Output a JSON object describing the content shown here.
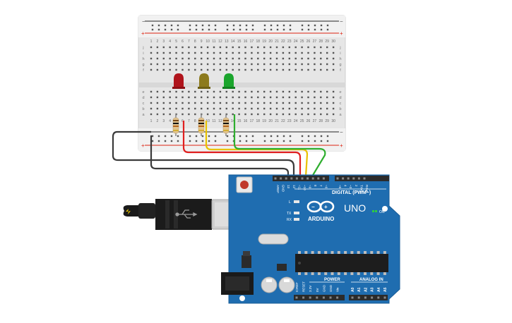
{
  "breadboard": {
    "rail_plus": "+",
    "rail_minus": "−",
    "column_numbers": [
      "1",
      "2",
      "3",
      "4",
      "5",
      "6",
      "7",
      "8",
      "9",
      "10",
      "11",
      "12",
      "13",
      "14",
      "15",
      "16",
      "17",
      "18",
      "19",
      "20",
      "21",
      "22",
      "23",
      "24",
      "25",
      "26",
      "27",
      "28",
      "29",
      "30"
    ],
    "row_letters_top": [
      "j",
      "i",
      "h",
      "g",
      "f"
    ],
    "row_letters_bottom": [
      "e",
      "d",
      "c",
      "b",
      "a"
    ]
  },
  "components": {
    "leds": [
      {
        "name": "red-led",
        "color": "#b0141c"
      },
      {
        "name": "yellow-led",
        "color": "#8c7a1d"
      },
      {
        "name": "green-led",
        "color": "#1aa52c"
      }
    ],
    "resistor_colors": [
      "#7a4a1a",
      "#111111",
      "#b5651d",
      "#d4af37"
    ]
  },
  "wires": {
    "red": "#e02020",
    "yellow": "#e8c200",
    "green": "#2fae2f",
    "black": "#3a3a3a"
  },
  "arduino": {
    "brand": "ARDUINO",
    "model": "UNO",
    "digital_header_label": "DIGITAL (PWM~)",
    "analog_header_label": "ANALOG IN",
    "power_header_label": "POWER",
    "on_label": "ON",
    "led_l": "L",
    "led_tx": "TX",
    "led_rx": "RX",
    "board_color": "#1f6db0",
    "digital_pins": [
      "AREF",
      "GND",
      "13",
      "12",
      "~11",
      "~10",
      "~9",
      "8",
      "7",
      "~6",
      "~5",
      "4",
      "~3",
      "2",
      "TX▸1",
      "RX◂0"
    ],
    "power_pins": [
      "IOREF",
      "RESET",
      "3.3V",
      "5V",
      "GND",
      "GND",
      "Vin"
    ],
    "analog_pins": [
      "A0",
      "A1",
      "A2",
      "A3",
      "A4",
      "A5"
    ]
  }
}
